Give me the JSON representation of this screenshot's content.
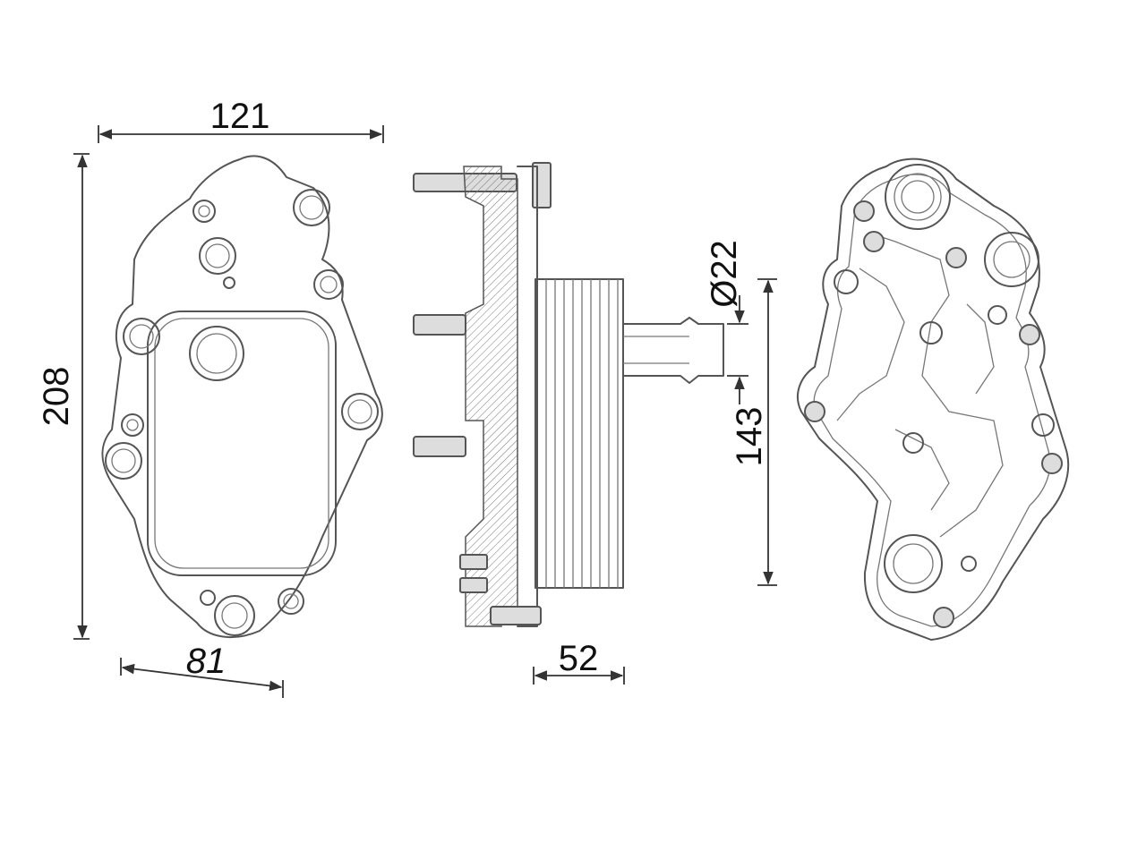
{
  "dimensions": {
    "width_top": "121",
    "height_left": "208",
    "bottom_left": "81",
    "bottom_mid": "52",
    "diameter": "Ø22",
    "height_right": "143"
  },
  "colors": {
    "line": "#555555",
    "dimension": "#333333",
    "background": "#ffffff"
  }
}
